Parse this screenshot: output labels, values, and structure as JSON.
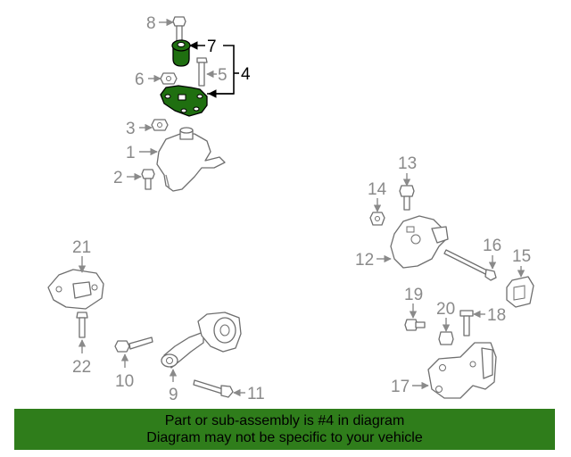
{
  "colors": {
    "highlight_part": "#1f6f10",
    "banner_bg": "#2f7d1b",
    "label_gray": "#8a8a8a"
  },
  "callouts": {
    "c1": "1",
    "c2": "2",
    "c3": "3",
    "c4": "4",
    "c5": "5",
    "c6": "6",
    "c7": "7",
    "c8": "8",
    "c9": "9",
    "c10": "10",
    "c11": "11",
    "c12": "12",
    "c13": "13",
    "c14": "14",
    "c15": "15",
    "c16": "16",
    "c17": "17",
    "c18": "18",
    "c19": "19",
    "c20": "20",
    "c21": "21",
    "c22": "22"
  },
  "banner": {
    "line1": "Part or sub-assembly is #4 in diagram",
    "line2": "Diagram may not be specific to your vehicle"
  }
}
